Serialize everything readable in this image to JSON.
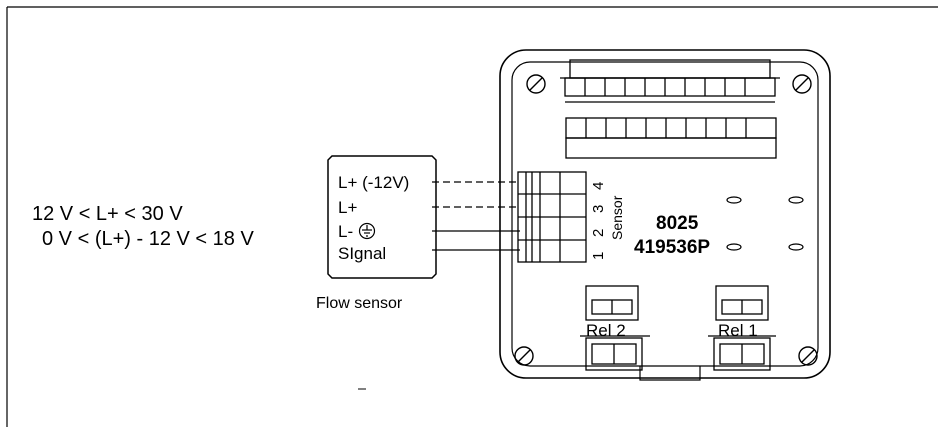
{
  "conditions": {
    "line1": "12 V  <  L+  < 30 V",
    "line2": "0 V  < (L+) - 12 V < 18 V"
  },
  "sensor": {
    "label": "Flow sensor",
    "terminals": [
      "L+ (-12V)",
      "L+",
      "L- ",
      "SIgnal"
    ],
    "ground_icon": "ground-symbol-icon"
  },
  "device": {
    "model": "8025",
    "part_number": "419536P",
    "connector_label": "Sensor",
    "connector_pins": [
      "4",
      "3",
      "2",
      "1"
    ],
    "relay_labels": [
      "Rel 2",
      "Rel 1"
    ],
    "screw_icon": "screw-icon"
  },
  "colors": {
    "line": "#000000",
    "background": "#ffffff"
  }
}
